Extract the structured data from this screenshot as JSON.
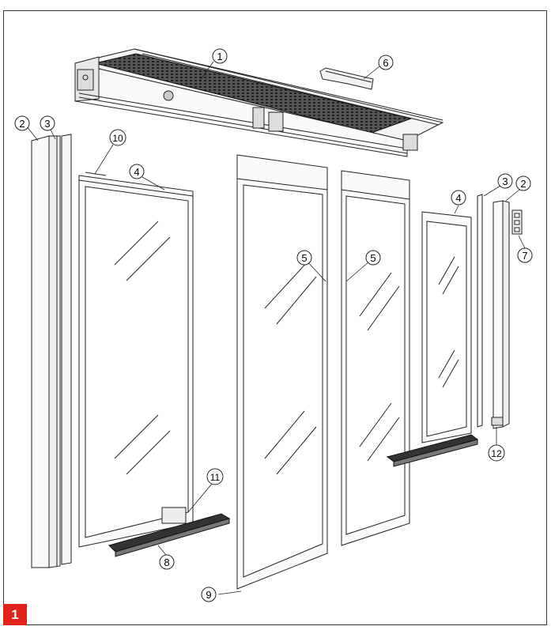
{
  "figure": {
    "number": "1",
    "badge_color": "#e2231a"
  },
  "callouts": [
    {
      "id": "c1",
      "label": "1"
    },
    {
      "id": "c2a",
      "label": "2"
    },
    {
      "id": "c3a",
      "label": "3"
    },
    {
      "id": "c10",
      "label": "10"
    },
    {
      "id": "c4a",
      "label": "4"
    },
    {
      "id": "c5a",
      "label": "5"
    },
    {
      "id": "c5b",
      "label": "5"
    },
    {
      "id": "c6",
      "label": "6"
    },
    {
      "id": "c3b",
      "label": "3"
    },
    {
      "id": "c2b",
      "label": "2"
    },
    {
      "id": "c4b",
      "label": "4"
    },
    {
      "id": "c7",
      "label": "7"
    },
    {
      "id": "c11",
      "label": "11"
    },
    {
      "id": "c8",
      "label": "8"
    },
    {
      "id": "c9",
      "label": "9"
    },
    {
      "id": "c12",
      "label": "12"
    }
  ]
}
